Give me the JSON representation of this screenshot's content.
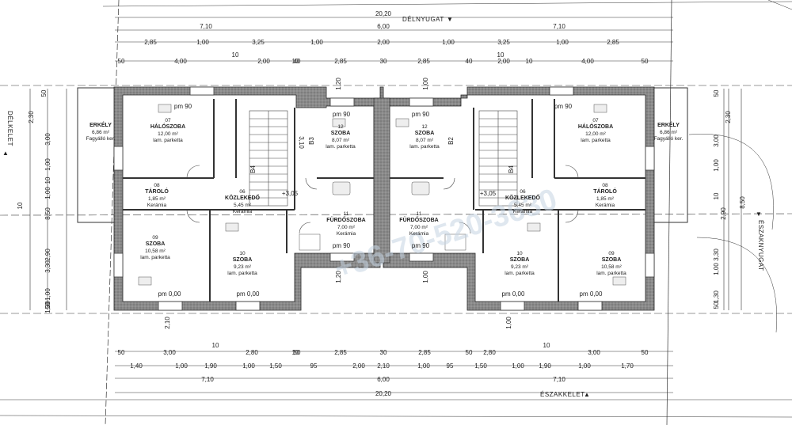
{
  "directions": {
    "top": "DÉLNYUGAT",
    "bottom": "ÉSZAKKELET",
    "left": "DÉLKELET",
    "right": "ÉSZAKNYUGAT"
  },
  "watermark": "+36-70-520-3630",
  "top_dims": {
    "total": "20,20",
    "row1": [
      "7,10",
      "6,00",
      "7,10"
    ],
    "row2": [
      "2,85",
      "1,00",
      "3,25",
      "1,00",
      "2,00",
      "1,00",
      "3,25",
      "1,00",
      "2,85"
    ],
    "row3": [
      "50",
      "4,00",
      "10",
      "2,00",
      "10",
      "40",
      "2,85",
      "30",
      "2,85",
      "40",
      "10",
      "2,00",
      "10",
      "4,00",
      "50"
    ]
  },
  "bottom_dims": {
    "total": "20,20",
    "row1": [
      "7,10",
      "6,00",
      "7,10"
    ],
    "row2": [
      "1,40",
      "1,00",
      "1,90",
      "1,00",
      "1,50",
      "95",
      "2,00",
      "2,10",
      "1,00",
      "95",
      "1,50",
      "1,00",
      "1,90",
      "1,00",
      "1,70"
    ],
    "row3": [
      "50",
      "3,00",
      "10",
      "2,80",
      "10",
      "50",
      "2,85",
      "30",
      "2,85",
      "50",
      "2,80",
      "10",
      "3,00",
      "50"
    ]
  },
  "left_dims": [
    "50",
    "2,30",
    "3,00",
    "1,00",
    "10",
    "1,00",
    "10",
    "8,50",
    "2,90",
    "3,30",
    "1,00",
    "1,30",
    "50"
  ],
  "right_dims": [
    "50",
    "2,30",
    "3,00",
    "1,00",
    "10",
    "8,50",
    "2,90",
    "3,30",
    "1,00",
    "1,30",
    "50"
  ],
  "openings": [
    "pm 90",
    "pm 90",
    "pm 90",
    "pm 90",
    "pm 90",
    "pm 90",
    "pm 0,00",
    "pm 0,00",
    "pm 0,00",
    "pm 0,00",
    "1,20",
    "1,00",
    "1,20",
    "1,00",
    "2,10",
    "1,00"
  ],
  "levels": [
    "+3,05",
    "+3,05"
  ],
  "stair_labels": [
    "B4",
    "B3",
    "B2",
    "B4",
    "3,10"
  ],
  "rooms": [
    {
      "no": "07",
      "name": "HÁLÓSZOBA",
      "area": "12,00 m²",
      "mat": "lam. parketta"
    },
    {
      "no": "",
      "name": "ERKÉLY",
      "area": "6,86 m²",
      "mat": "Fagyálló ker."
    },
    {
      "no": "12",
      "name": "SZOBA",
      "area": "8,07 m²",
      "mat": "lam. parketta"
    },
    {
      "no": "12",
      "name": "SZOBA",
      "area": "8,07 m²",
      "mat": "lam. parketta"
    },
    {
      "no": "07",
      "name": "HÁLÓSZOBA",
      "area": "12,00 m²",
      "mat": "lam. parketta"
    },
    {
      "no": "",
      "name": "ERKÉLY",
      "area": "6,86 m²",
      "mat": "Fagyálló ker."
    },
    {
      "no": "08",
      "name": "TÁROLÓ",
      "area": "1,85 m²",
      "mat": "Kerámia"
    },
    {
      "no": "06",
      "name": "KÖZLEKEDŐ",
      "area": "5,45 m²",
      "mat": "Kerámia"
    },
    {
      "no": "11",
      "name": "FÜRDŐSZOBA",
      "area": "7,00 m²",
      "mat": "Kerámia"
    },
    {
      "no": "11",
      "name": "FÜRDŐSZOBA",
      "area": "7,00 m²",
      "mat": "Kerámia"
    },
    {
      "no": "06",
      "name": "KÖZLEKEDŐ",
      "area": "5,45 m²",
      "mat": "Kerámia"
    },
    {
      "no": "08",
      "name": "TÁROLÓ",
      "area": "1,85 m²",
      "mat": "Kerámia"
    },
    {
      "no": "09",
      "name": "SZOBA",
      "area": "10,58 m²",
      "mat": "lam. parketta"
    },
    {
      "no": "10",
      "name": "SZOBA",
      "area": "9,23 m²",
      "mat": "lam. parketta"
    },
    {
      "no": "10",
      "name": "SZOBA",
      "area": "9,23 m²",
      "mat": "lam. parketta"
    },
    {
      "no": "09",
      "name": "SZOBA",
      "area": "10,58 m²",
      "mat": "lam. parketta"
    }
  ]
}
